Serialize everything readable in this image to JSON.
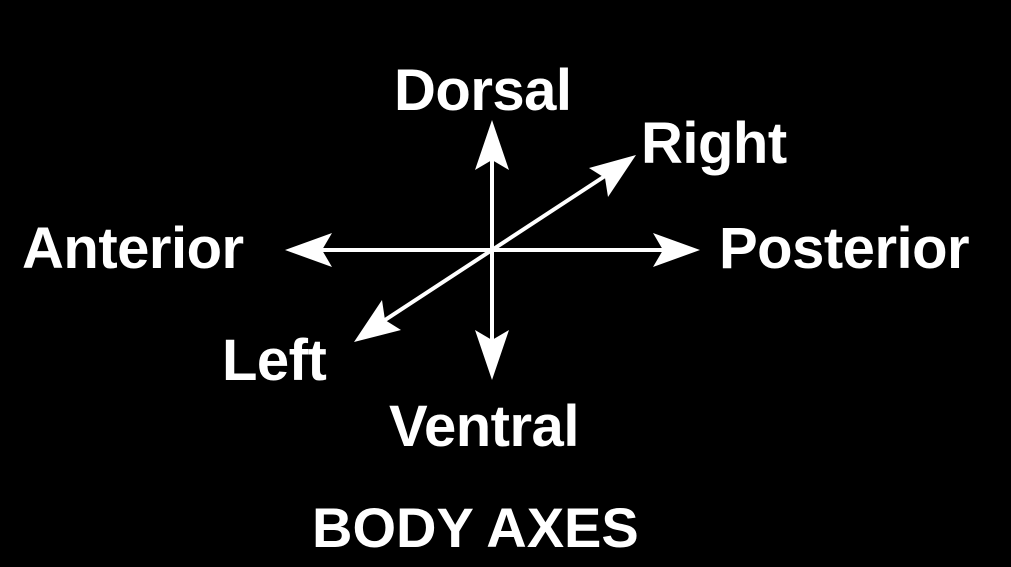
{
  "diagram": {
    "title": "BODY AXES",
    "labels": {
      "dorsal": "Dorsal",
      "ventral": "Ventral",
      "anterior": "Anterior",
      "posterior": "Posterior",
      "left": "Left",
      "right": "Right"
    }
  },
  "colors": {
    "background": "#000000",
    "foreground": "#ffffff"
  }
}
